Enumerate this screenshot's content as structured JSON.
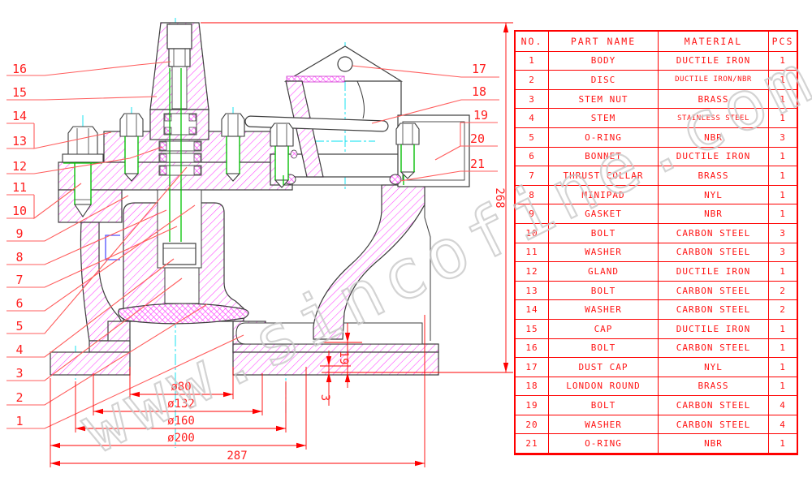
{
  "watermark": "www.sincofine.com",
  "table": {
    "headers": [
      "NO.",
      "PART NAME",
      "MATERIAL",
      "PCS"
    ],
    "rows": [
      {
        "no": "1",
        "part_name": "BODY",
        "material": "DUCTILE IRON",
        "pcs": "1"
      },
      {
        "no": "2",
        "part_name": "DISC",
        "material": "DUCTILE IRON/NBR",
        "pcs": "1"
      },
      {
        "no": "3",
        "part_name": "STEM NUT",
        "material": "BRASS",
        "pcs": "1"
      },
      {
        "no": "4",
        "part_name": "STEM",
        "material": "STAINLESS STEEL",
        "pcs": "1"
      },
      {
        "no": "5",
        "part_name": "O-RING",
        "material": "NBR",
        "pcs": "3"
      },
      {
        "no": "6",
        "part_name": "BONNET",
        "material": "DUCTILE IRON",
        "pcs": "1"
      },
      {
        "no": "7",
        "part_name": "THRUST COLLAR",
        "material": "BRASS",
        "pcs": "1"
      },
      {
        "no": "8",
        "part_name": "MINIPAD",
        "material": "NYL",
        "pcs": "1"
      },
      {
        "no": "9",
        "part_name": "GASKET",
        "material": "NBR",
        "pcs": "1"
      },
      {
        "no": "10",
        "part_name": "BOLT",
        "material": "CARBON STEEL",
        "pcs": "3"
      },
      {
        "no": "11",
        "part_name": "WASHER",
        "material": "CARBON STEEL",
        "pcs": "3"
      },
      {
        "no": "12",
        "part_name": "GLAND",
        "material": "DUCTILE IRON",
        "pcs": "1"
      },
      {
        "no": "13",
        "part_name": "BOLT",
        "material": "CARBON STEEL",
        "pcs": "2"
      },
      {
        "no": "14",
        "part_name": "WASHER",
        "material": "CARBON STEEL",
        "pcs": "2"
      },
      {
        "no": "15",
        "part_name": "CAP",
        "material": "DUCTILE IRON",
        "pcs": "1"
      },
      {
        "no": "16",
        "part_name": "BOLT",
        "material": "CARBON STEEL",
        "pcs": "1"
      },
      {
        "no": "17",
        "part_name": "DUST CAP",
        "material": "NYL",
        "pcs": "1"
      },
      {
        "no": "18",
        "part_name": "LONDON ROUND",
        "material": "BRASS",
        "pcs": "1"
      },
      {
        "no": "19",
        "part_name": "BOLT",
        "material": "CARBON STEEL",
        "pcs": "4"
      },
      {
        "no": "20",
        "part_name": "WASHER",
        "material": "CARBON STEEL",
        "pcs": "4"
      },
      {
        "no": "21",
        "part_name": "O-RING",
        "material": "NBR",
        "pcs": "1"
      }
    ]
  },
  "drawing": {
    "callouts_left": [
      "16",
      "15",
      "14",
      "13",
      "12",
      "11",
      "10",
      "9",
      "8",
      "7",
      "6",
      "5",
      "4",
      "3",
      "2",
      "1"
    ],
    "callouts_right": [
      "17",
      "18",
      "19",
      "20",
      "21"
    ],
    "dims": {
      "bore": "ø80",
      "raised_face": "ø132",
      "bolt_circle": "ø160",
      "flange_od": "ø200",
      "overall_width": "287",
      "overall_height": "268",
      "flange_thickness": "19",
      "step": "3"
    }
  },
  "colors": {
    "dim_red": "#ff0000",
    "leader_red": "#ff5c5c",
    "hatch_magenta": "#ff46ff",
    "centerline_cyan": "#00e0f0",
    "stem_green": "#00c400",
    "outline_dark": "#3d3d3d",
    "watermark_gray": "#c9c9c9",
    "minipad_blue": "#5050ff"
  }
}
